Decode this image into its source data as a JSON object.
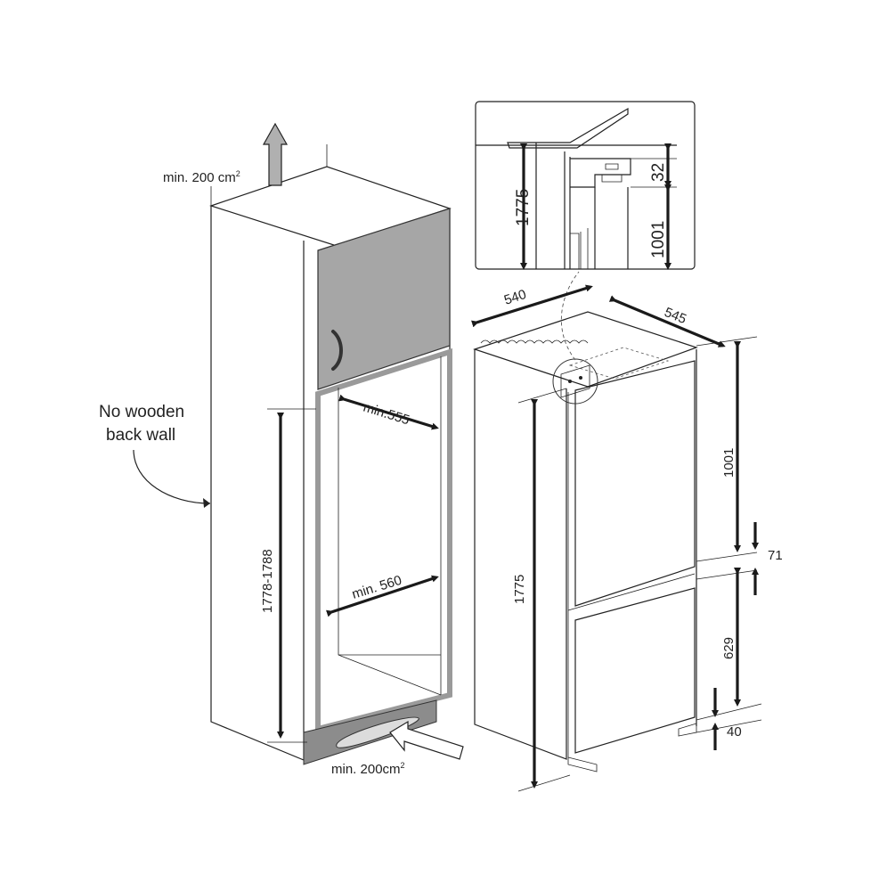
{
  "labels": {
    "top_vent": "min. 200 cm",
    "bottom_vent": "min. 200cm",
    "superscript": "2",
    "back_wall_line1": "No wooden",
    "back_wall_line2": "back wall",
    "niche_depth": "min.555",
    "niche_width": "min. 560",
    "niche_height": "1778-1788",
    "appliance_width": "540",
    "appliance_depth": "545",
    "appliance_height": "1775",
    "upper_section": "1001",
    "gap_middle": "71",
    "lower_section": "629",
    "gap_bottom": "40",
    "detail_height": "1775",
    "detail_top": "32",
    "detail_upper": "1001"
  },
  "colors": {
    "cabinet_door": "#a6a6a6",
    "plinth": "#8c8c8c",
    "frame": "#9a9a9a",
    "arrow": "#b0b0b0",
    "line": "#222222"
  }
}
